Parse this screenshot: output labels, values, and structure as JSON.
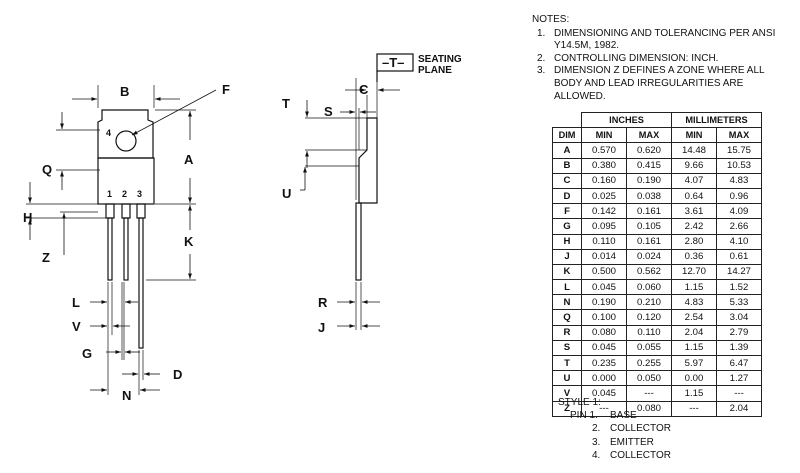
{
  "notes": {
    "heading": "NOTES:",
    "items": [
      {
        "num": "1.",
        "lines": [
          "DIMENSIONING AND TOLERANCING PER ANSI",
          "Y14.5M, 1982."
        ]
      },
      {
        "num": "2.",
        "lines": [
          "CONTROLLING DIMENSION: INCH."
        ]
      },
      {
        "num": "3.",
        "lines": [
          "DIMENSION Z DEFINES A ZONE WHERE ALL",
          "BODY AND LEAD IRREGULARITIES ARE",
          "ALLOWED."
        ]
      }
    ]
  },
  "table": {
    "group_inches": "INCHES",
    "group_mm": "MILLIMETERS",
    "col_dim": "DIM",
    "col_min": "MIN",
    "col_max": "MAX",
    "rows": [
      [
        "A",
        "0.570",
        "0.620",
        "14.48",
        "15.75"
      ],
      [
        "B",
        "0.380",
        "0.415",
        "9.66",
        "10.53"
      ],
      [
        "C",
        "0.160",
        "0.190",
        "4.07",
        "4.83"
      ],
      [
        "D",
        "0.025",
        "0.038",
        "0.64",
        "0.96"
      ],
      [
        "F",
        "0.142",
        "0.161",
        "3.61",
        "4.09"
      ],
      [
        "G",
        "0.095",
        "0.105",
        "2.42",
        "2.66"
      ],
      [
        "H",
        "0.110",
        "0.161",
        "2.80",
        "4.10"
      ],
      [
        "J",
        "0.014",
        "0.024",
        "0.36",
        "0.61"
      ],
      [
        "K",
        "0.500",
        "0.562",
        "12.70",
        "14.27"
      ],
      [
        "L",
        "0.045",
        "0.060",
        "1.15",
        "1.52"
      ],
      [
        "N",
        "0.190",
        "0.210",
        "4.83",
        "5.33"
      ],
      [
        "Q",
        "0.100",
        "0.120",
        "2.54",
        "3.04"
      ],
      [
        "R",
        "0.080",
        "0.110",
        "2.04",
        "2.79"
      ],
      [
        "S",
        "0.045",
        "0.055",
        "1.15",
        "1.39"
      ],
      [
        "T",
        "0.235",
        "0.255",
        "5.97",
        "6.47"
      ],
      [
        "U",
        "0.000",
        "0.050",
        "0.00",
        "1.27"
      ],
      [
        "V",
        "0.045",
        "---",
        "1.15",
        "---"
      ],
      [
        "Z",
        "---",
        "0.080",
        "---",
        "2.04"
      ]
    ]
  },
  "style": {
    "title": "STYLE 1:",
    "pins": [
      {
        "num": "PIN 1.",
        "name": "BASE"
      },
      {
        "num": "2.",
        "name": "COLLECTOR"
      },
      {
        "num": "3.",
        "name": "EMITTER"
      },
      {
        "num": "4.",
        "name": "COLLECTOR"
      }
    ]
  },
  "drawing": {
    "labels": {
      "A": "A",
      "B": "B",
      "C": "C",
      "D": "D",
      "F": "F",
      "G": "G",
      "H": "H",
      "J": "J",
      "K": "K",
      "L": "L",
      "N": "N",
      "Q": "Q",
      "R": "R",
      "S": "S",
      "T": "T",
      "U": "U",
      "V": "V",
      "Z": "Z"
    },
    "datum": "–T–",
    "seating_line1": "SEATING",
    "seating_line2": "PLANE",
    "pin_numbers": [
      "1",
      "2",
      "3",
      "4"
    ]
  }
}
